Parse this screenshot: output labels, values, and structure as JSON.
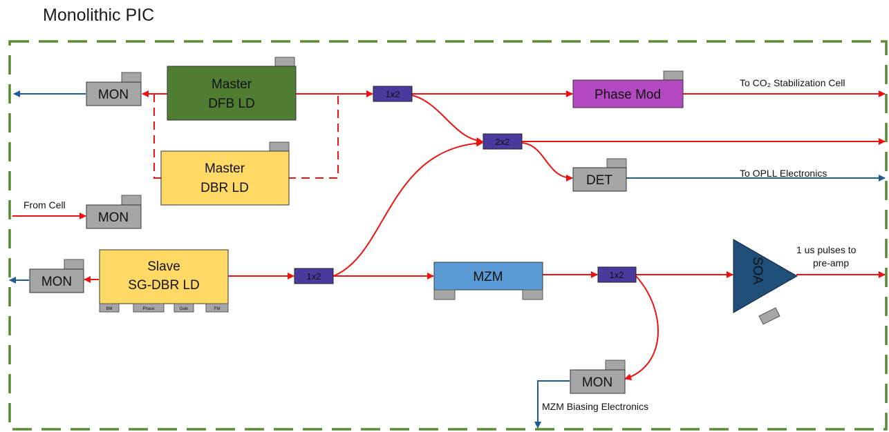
{
  "title": "Monolithic PIC",
  "colors": {
    "optical": "#ee1111",
    "electrical": "#1f5b96",
    "border": "#5a8a32",
    "dfb": "#4f7d31",
    "yellow": "#ffd966",
    "phase": "#b44ac2",
    "mzm": "#5b9bd5",
    "splitter": "#4b3a9e",
    "soa": "#1f4e79",
    "gray": "#a6a6a6"
  },
  "blocks": {
    "dfb": {
      "line1": "Master",
      "line2": "DFB LD"
    },
    "dbr": {
      "line1": "Master",
      "line2": "DBR LD"
    },
    "slave": {
      "line1": "Slave",
      "line2": "SG-DBR LD",
      "pads": [
        "BM",
        "Phase",
        "Gain",
        "FM"
      ]
    },
    "phase_mod": "Phase Mod",
    "mzm": "MZM",
    "soa": "SOA",
    "det": "DET",
    "mon": "MON",
    "split_1x2": "1x2",
    "coupler_2x2": "2x2"
  },
  "labels": {
    "co2": "To CO₂ Stabilization Cell",
    "opll": "To OPLL Electronics",
    "from_cell": "From Cell",
    "pulses_line1": "1 us pulses to",
    "pulses_line2": "pre-amp",
    "mzm_bias": "MZM Biasing Electronics"
  }
}
